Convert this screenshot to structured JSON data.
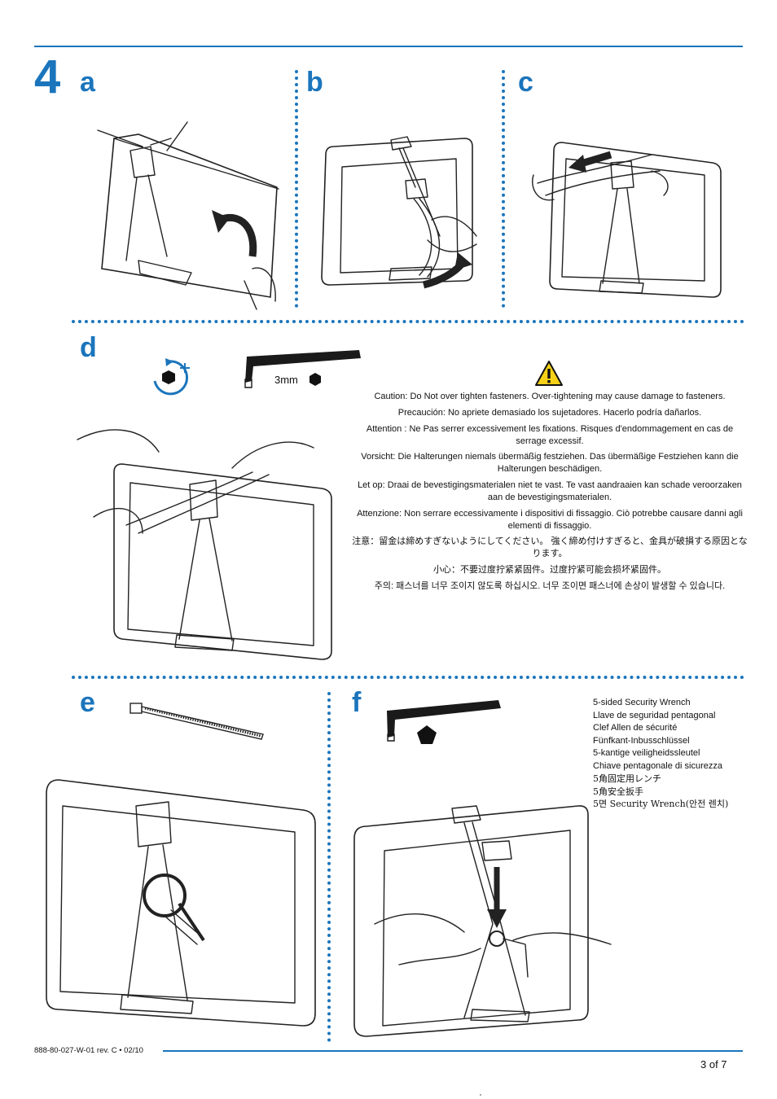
{
  "step": {
    "number": "4"
  },
  "panels": {
    "a": "a",
    "b": "b",
    "c": "c",
    "d": "d",
    "e": "e",
    "f": "f"
  },
  "tool_d": {
    "size_label": "3mm"
  },
  "warnings": [
    "Caution: Do Not over tighten fasteners. Over-tightening may cause damage to fasteners.",
    "Precaución: No apriete demasiado los sujetadores. Hacerlo podría dañarlos.",
    "Attention : Ne Pas serrer excessivement les fixations. Risques d'endommagement en cas de serrage excessif.",
    "Vorsicht: Die Halterungen niemals übermäßig festziehen. Das übermäßige Festziehen kann die Halterungen beschädigen.",
    "Let op: Draai de bevestigingsmaterialen niet te vast. Te vast aandraaien kan schade veroorzaken aan de bevestigingsmaterialen.",
    "Attenzione: Non serrare eccessivamente i dispositivi di fissaggio. Ciò potrebbe causare danni agli elementi di fissaggio.",
    "注意：留金は締めすぎないようにしてください。 強く締め付けすぎると、金具が破損する原因となります。",
    "小心：不要过度拧紧紧固件。过度拧紧可能会损坏紧固件。",
    "주의: 패스너를 너무 조이지 않도록 하십시오. 너무 조이면 패스너에 손상이 발생할 수 있습니다."
  ],
  "wrench_names": [
    "5-sided Security Wrench",
    "Llave de seguridad pentagonal",
    "Clef Allen de sécurité",
    "Fünfkant-Inbusschlüssel",
    "5-kantige veiligheidssleutel",
    "Chiave pentagonale di sicurezza",
    "5角固定用レンチ",
    "5角安全扳手",
    "5면 Security Wrench(안전 렌치)"
  ],
  "footer": {
    "doc_id": "888-80-027-W-01 rev. C • 02/10",
    "page": "3 of 7"
  },
  "colors": {
    "accent": "#1b75bc",
    "warning": "#f7d117"
  },
  "icons": [
    "warning-triangle-icon",
    "tighten-hex-icon",
    "hex-bolt-icon",
    "pentagon-bolt-icon"
  ]
}
